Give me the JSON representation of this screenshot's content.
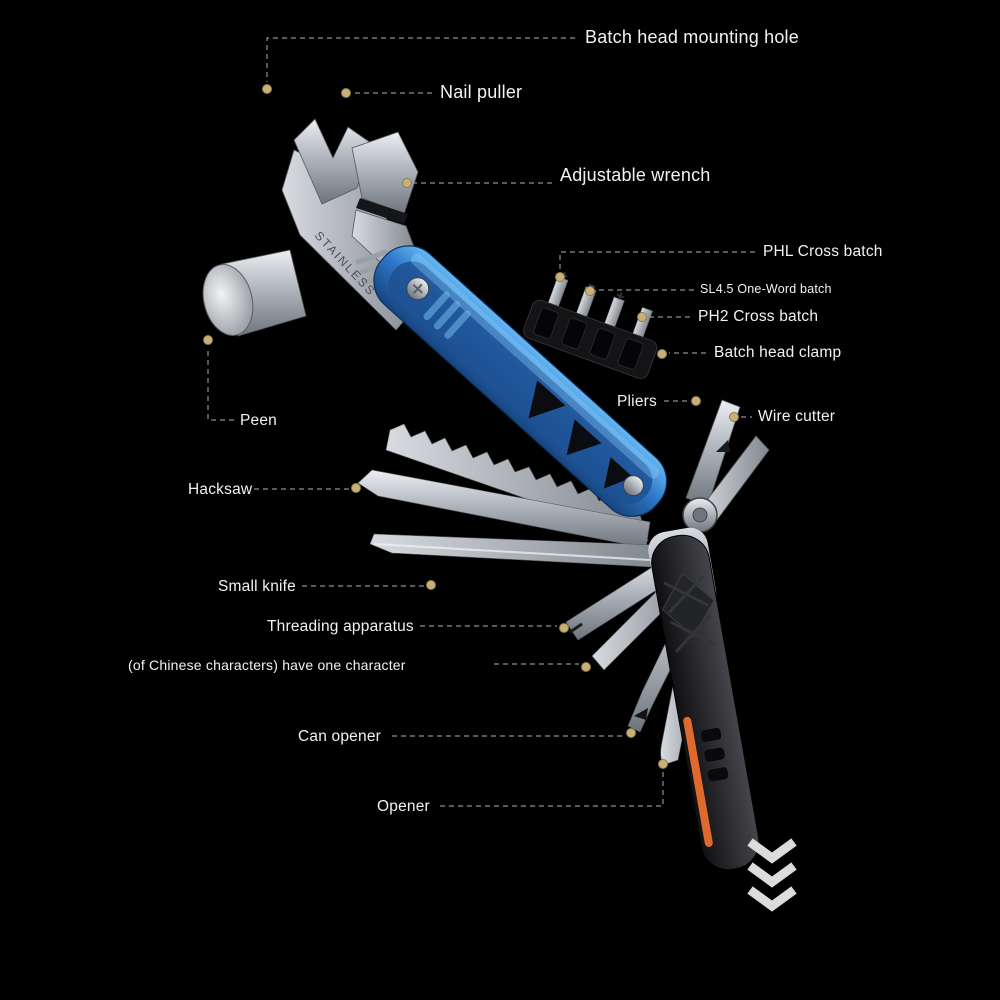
{
  "scene": {
    "background": "#000000",
    "text_color": "#f2f2f2",
    "line_color": "#909090",
    "dot_color": "#c9b176",
    "handle_blue": "#2e77c8",
    "accent_orange": "#e06a2c"
  },
  "tool": {
    "engraving": "STAINLESS"
  },
  "labels": {
    "batch_head_mounting_hole": "Batch head mounting hole",
    "nail_puller": "Nail puller",
    "adjustable_wrench": "Adjustable wrench",
    "phl_cross_batch": "PHL Cross batch",
    "sl45_one_word_batch": "SL4.5 One-Word batch",
    "ph2_cross_batch": "PH2 Cross batch",
    "batch_head_clamp": "Batch head clamp",
    "pliers": "Pliers",
    "wire_cutter": "Wire cutter",
    "peen": "Peen",
    "hacksaw": "Hacksaw",
    "small_knife": "Small knife",
    "threading_apparatus": "Threading apparatus",
    "chinese_note": "(of Chinese characters) have one character",
    "can_opener": "Can opener",
    "opener": "Opener"
  }
}
